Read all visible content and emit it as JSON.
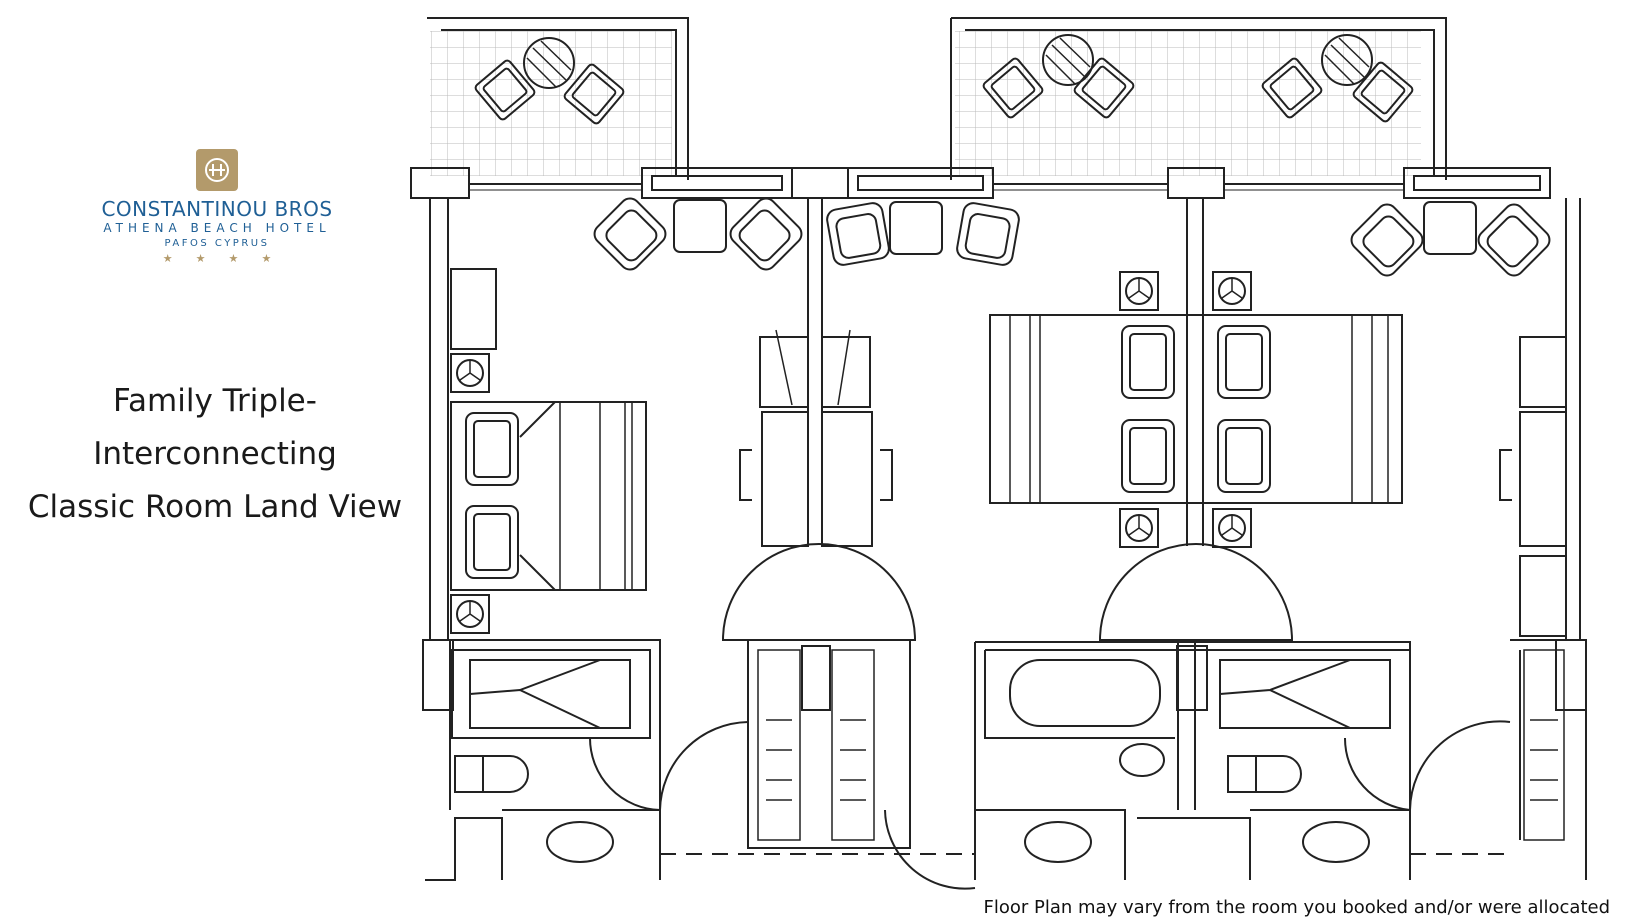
{
  "logo": {
    "icon": "hotel-monogram-icon",
    "brand_color": "#1f5f95",
    "gold_color": "#b39a6b",
    "name": "CONSTANTINOU BROS",
    "subtitle": "ATHENA BEACH HOTEL",
    "location": "PAFOS CYPRUS",
    "stars": "★ ★ ★ ★"
  },
  "room_title": {
    "line1": "Family Triple-",
    "line2": "Interconnecting",
    "line3": "Classic Room Land View"
  },
  "disclaimer": "Floor Plan may vary from the room you booked and/or were allocated"
}
